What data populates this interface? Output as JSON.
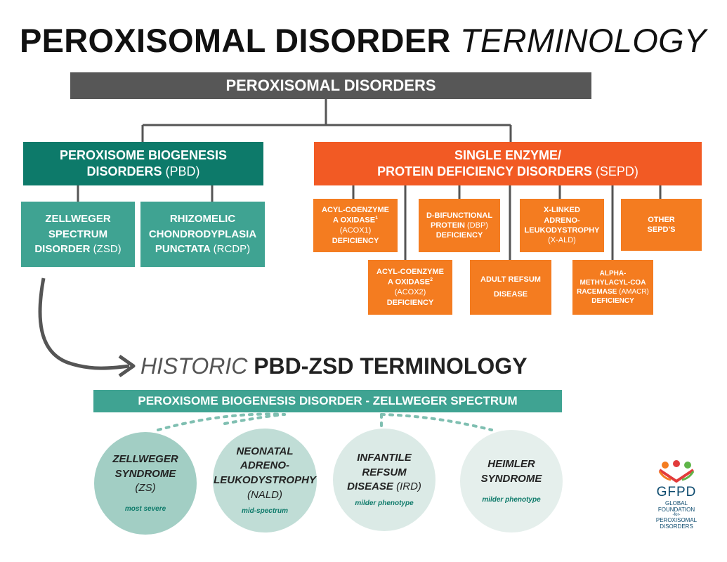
{
  "title": {
    "main": "PEROXISOMAL DISORDER",
    "italic": "TERMINOLOGY"
  },
  "root": {
    "label": "PEROXISOMAL DISORDERS"
  },
  "pbd": {
    "line1": "PEROXISOME BIOGENESIS",
    "line2": "DISORDERS",
    "abbr": "(PBD)"
  },
  "sepd": {
    "line1": "SINGLE ENZYME/",
    "line2": "PROTEIN DEFICIENCY DISORDERS",
    "abbr": "(SEPD)"
  },
  "zsd": {
    "line1": "ZELLWEGER",
    "line2": "SPECTRUM",
    "line3": "DISORDER",
    "abbr": "(ZSD)"
  },
  "rcdp": {
    "line1": "RHIZOMELIC",
    "line2": "CHONDRODYPLASIA",
    "line3": "PUNCTATA",
    "abbr": "(RCDP)"
  },
  "acox1": {
    "line1": "ACYL-COENZYME",
    "line2": "A OXIDASE",
    "sup": "1",
    "abbr": "(ACOX1)",
    "line3": "DEFICIENCY"
  },
  "acox2": {
    "line1": "ACYL-COENZYME",
    "line2": "A OXIDASE",
    "sup": "2",
    "abbr": "(ACOX2)",
    "line3": "DEFICIENCY"
  },
  "dbp": {
    "line1": "D-BIFUNCTIONAL",
    "line2": "PROTEIN",
    "abbr": "(DBP)",
    "line3": "DEFICIENCY"
  },
  "refsum": {
    "line1": "ADULT REFSUM",
    "line2": "DISEASE"
  },
  "xald": {
    "line1": "X-LINKED",
    "line2": "ADRENO-",
    "line3": "LEUKODYSTROPHY",
    "abbr": "(X-ALD)"
  },
  "amacr": {
    "line1": "ALPHA-",
    "line2": "METHYLACYL-COA",
    "line3": "RACEMASE",
    "abbr": "(AMACR)",
    "line4": "DEFICIENCY"
  },
  "other": {
    "line1": "OTHER",
    "line2": "SEPD'S"
  },
  "historic": {
    "italic": "HISTORIC",
    "bold": "PBD-ZSD TERMINOLOGY"
  },
  "spectrum": {
    "label": "PEROXISOME BIOGENESIS DISORDER - ZELLWEGER SPECTRUM"
  },
  "circles": [
    {
      "line1": "ZELLWEGER",
      "line2": "SYNDROME",
      "abbr": "(ZS)",
      "phenotype": "most severe"
    },
    {
      "line1": "NEONATAL",
      "line2": "ADRENO-",
      "line3": "LEUKODYSTROPHY",
      "abbr": "(NALD)",
      "phenotype": "mid-spectrum"
    },
    {
      "line1": "INFANTILE",
      "line2": "REFSUM",
      "line3": "DISEASE",
      "abbr": "(IRD)",
      "phenotype": "milder phenotype"
    },
    {
      "line1": "HEIMLER",
      "line2": "SYNDROME",
      "phenotype": "milder phenotype"
    }
  ],
  "logo": {
    "acronym": "GFPD",
    "line1": "GLOBAL",
    "line2": "FOUNDATION",
    "line3": "-for-",
    "line4": "PEROXISOMAL",
    "line5": "DISORDERS"
  },
  "colors": {
    "root": "#575757",
    "pbd": "#0d7a6a",
    "teal_light": "#3fa392",
    "sepd": "#f25a24",
    "orange": "#f47c20",
    "connector": "#555555"
  }
}
